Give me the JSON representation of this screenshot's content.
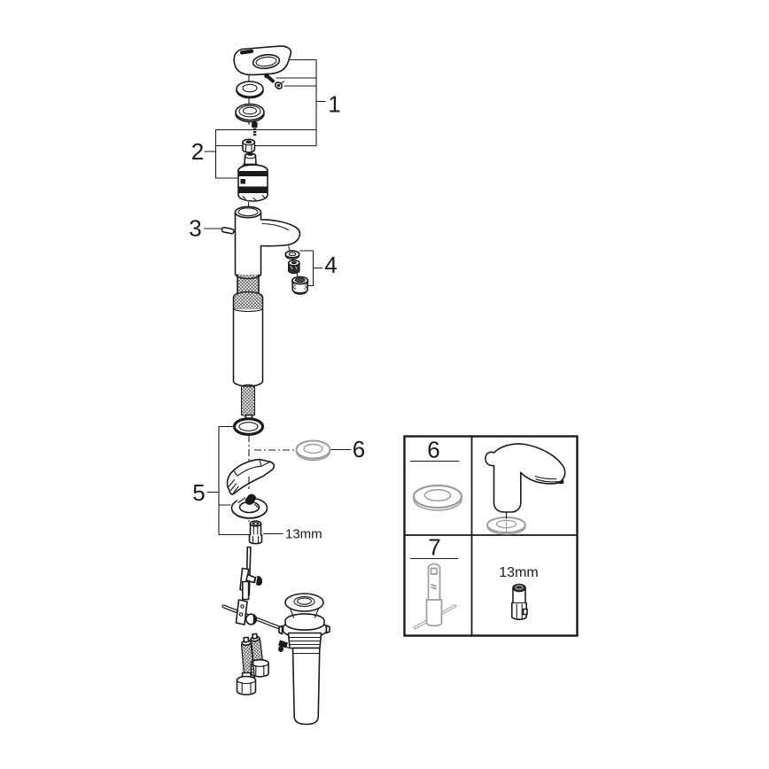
{
  "colors": {
    "line": "#1a1a1a",
    "muted_gray": "#9d9d9d",
    "background": "#ffffff"
  },
  "callouts": {
    "n1": "1",
    "n2": "2",
    "n3": "3",
    "n4": "4",
    "n5": "5",
    "n6": "6"
  },
  "annotations": {
    "nut_size": "13mm"
  },
  "legend": {
    "gasket_section_label": "6",
    "tool_section_label": "7",
    "socket_size": "13mm"
  }
}
